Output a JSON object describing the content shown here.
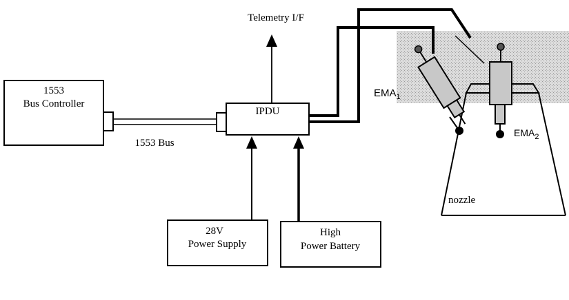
{
  "diagram": {
    "bus_controller": {
      "line1": "1553",
      "line2": "Bus Controller"
    },
    "bus_label": "1553 Bus",
    "ipdu": {
      "label": "IPDU"
    },
    "telemetry": {
      "label": "Telemetry I/F"
    },
    "power_supply": {
      "line1": "28V",
      "line2": "Power Supply"
    },
    "battery": {
      "line1": "High",
      "line2": "Power Battery"
    },
    "ema1": {
      "main": "EMA",
      "sub": "1"
    },
    "ema2": {
      "main": "EMA",
      "sub": "2"
    },
    "nozzle": {
      "label": "nozzle"
    },
    "colors": {
      "line": "#000000",
      "actuator_body": "#c8c8c8",
      "hatch_band": "#d0d0d0"
    }
  }
}
